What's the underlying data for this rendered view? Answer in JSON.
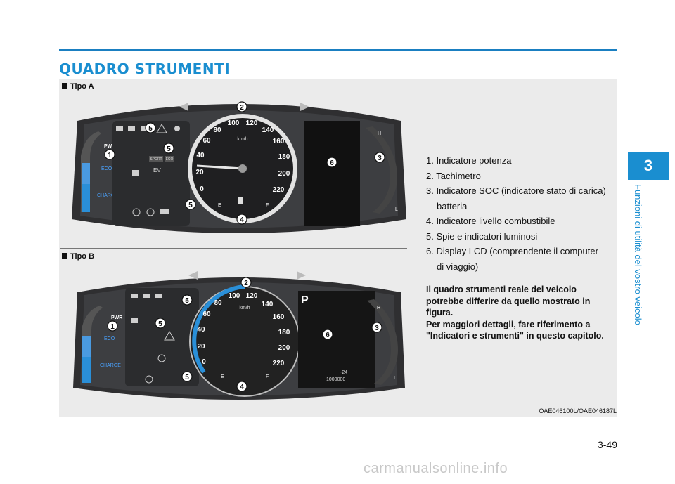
{
  "page": {
    "section_title": "QUADRO STRUMENTI",
    "variant_a_label": "Tipo A",
    "variant_b_label": "Tipo B",
    "image_credit": "OAE046100L/OAE046187L",
    "chapter_number": "3",
    "chapter_title": "Funzioni di utilità del vostro veicolo",
    "page_number": "3-49",
    "watermark": "carmanualsonline.info"
  },
  "callouts": [
    {
      "text": "1. Indicatore potenza",
      "cont": ""
    },
    {
      "text": "2. Tachimetro",
      "cont": ""
    },
    {
      "text": "3. Indicatore SOC (indicatore stato di carica)",
      "cont": "batteria"
    },
    {
      "text": "4. Indicatore livello combustibile",
      "cont": ""
    },
    {
      "text": "5. Spie e indicatori luminosi",
      "cont": ""
    },
    {
      "text": "6. Display LCD (comprendente il computer",
      "cont": "di viaggio)"
    }
  ],
  "note": {
    "line1": "Il quadro strumenti reale del veicolo potrebbe differire da quello mostrato in figura.",
    "line2": "Per maggiori dettagli, fare riferimento a \"Indicatori e strumenti\" in questo capitolo."
  },
  "cluster_a": {
    "speed_unit": "km/h",
    "speed_ticks": [
      "0",
      "20",
      "40",
      "60",
      "80",
      "100",
      "120",
      "140",
      "160",
      "180",
      "200",
      "220"
    ],
    "power_labels": [
      "PWR",
      "ECO",
      "CHARGE"
    ],
    "fuel_labels": [
      "E",
      "F"
    ],
    "soc_labels": [
      "H",
      "L"
    ],
    "mode_labels": [
      "SPORT",
      "ECO",
      "EV"
    ],
    "callout_numbers": [
      "1",
      "2",
      "3",
      "4",
      "5",
      "5",
      "5",
      "6"
    ]
  },
  "cluster_b": {
    "speed_unit": "km/h",
    "speed_ticks": [
      "0",
      "20",
      "40",
      "60",
      "80",
      "100",
      "120",
      "140",
      "160",
      "180",
      "200",
      "220"
    ],
    "power_labels": [
      "PWR",
      "ECO",
      "CHARGE"
    ],
    "fuel_labels": [
      "E",
      "F"
    ],
    "soc_labels": [
      "H",
      "L"
    ],
    "gear": "P",
    "temperature": "-24",
    "odometer": "1000000",
    "callout_numbers": [
      "1",
      "2",
      "3",
      "4",
      "5",
      "5",
      "5",
      "6"
    ]
  },
  "colors": {
    "accent": "#1a8ed0",
    "cluster_bg": "#3a3a3c",
    "gauge_blue": "#2a8fd8"
  }
}
